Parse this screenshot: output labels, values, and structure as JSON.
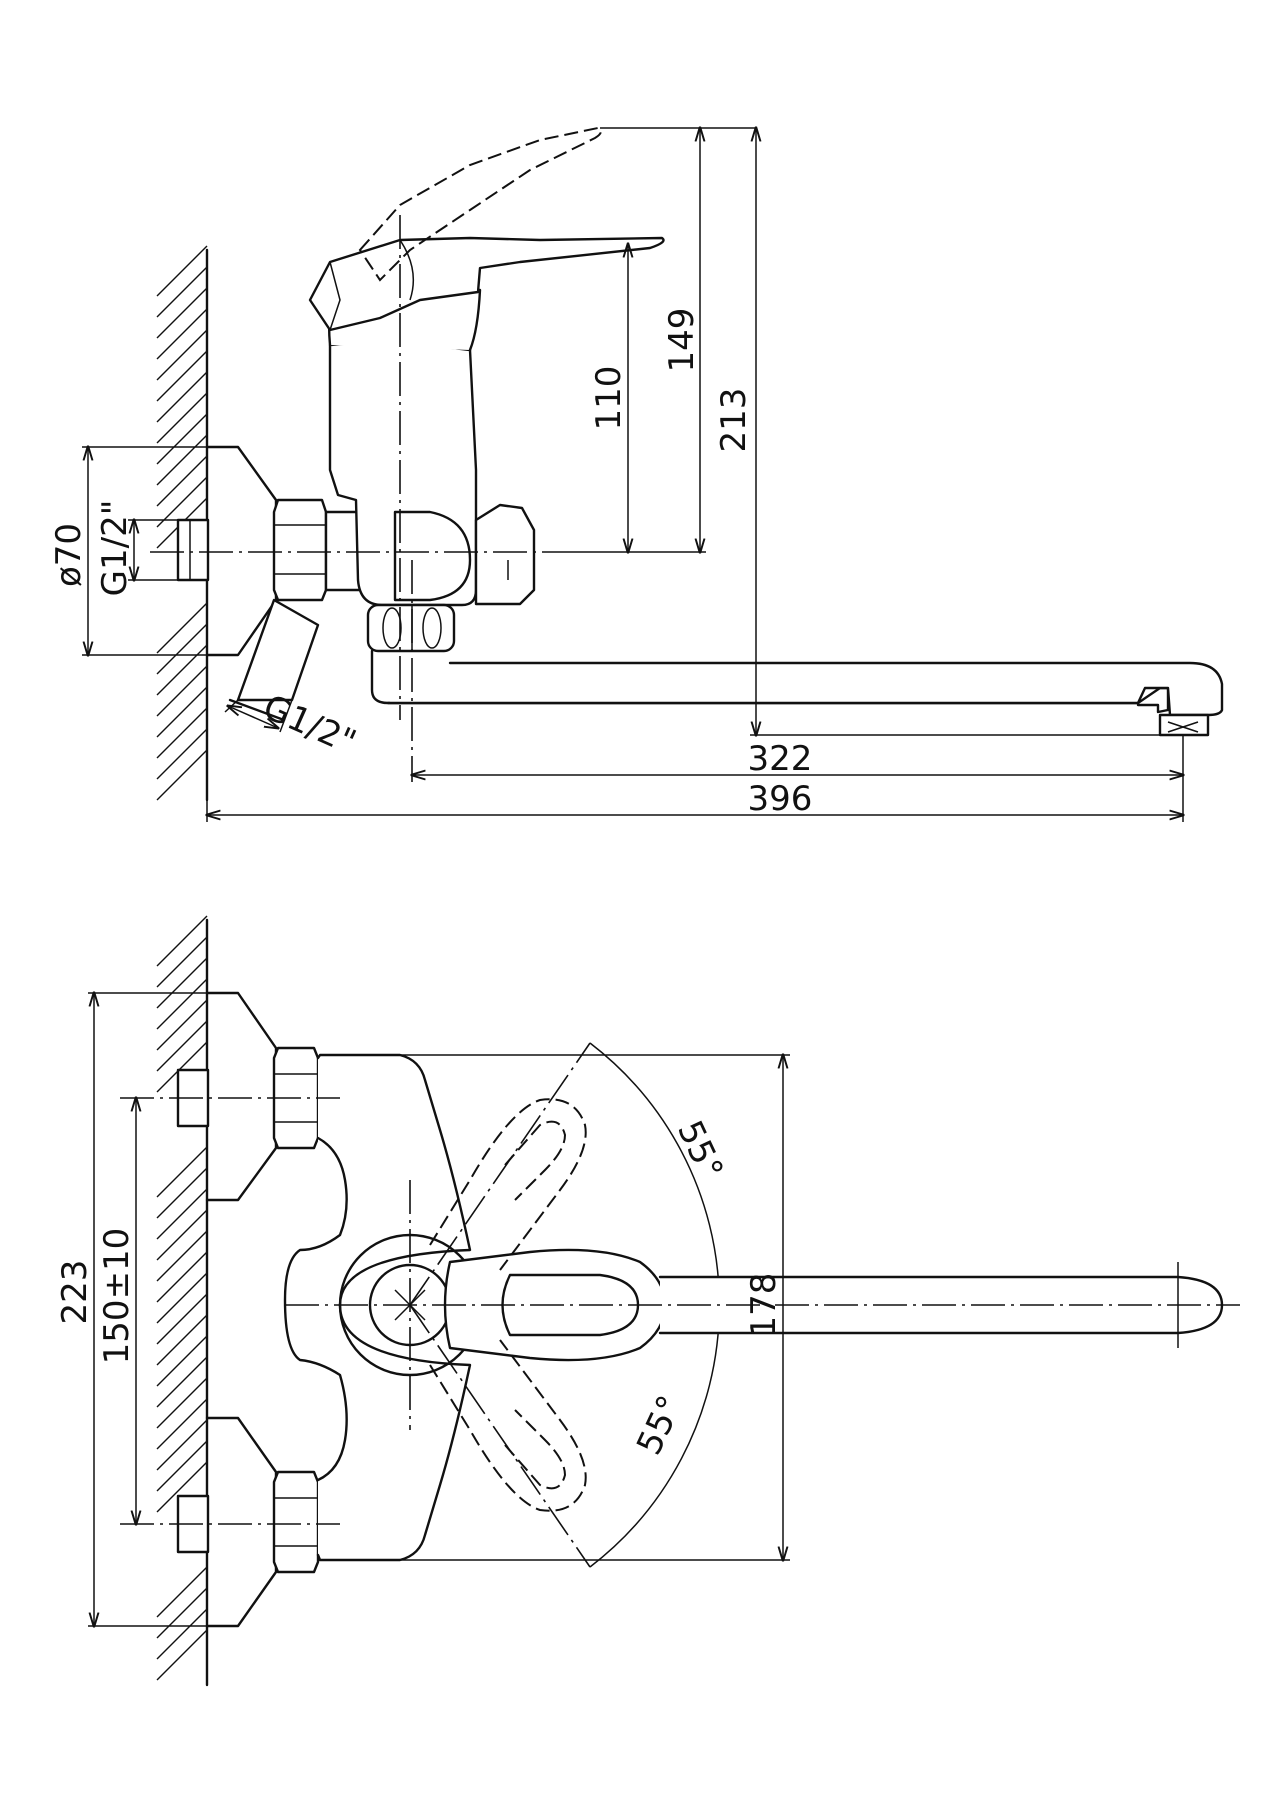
{
  "side_view": {
    "dim_height_spout_top": "213",
    "dim_height_lever": "149",
    "dim_height_body": "110",
    "dim_flange_diameter": "ø70",
    "dim_inlet_thread": "G1/2\"",
    "dim_outlet_thread": "G1/2\"",
    "dim_spout_reach": "322",
    "dim_total_length": "396"
  },
  "top_view": {
    "dim_total_height": "223",
    "dim_inlet_spacing": "150±10",
    "dim_body_width": "178",
    "dim_angle_upper": "55°",
    "dim_angle_lower": "55°"
  }
}
